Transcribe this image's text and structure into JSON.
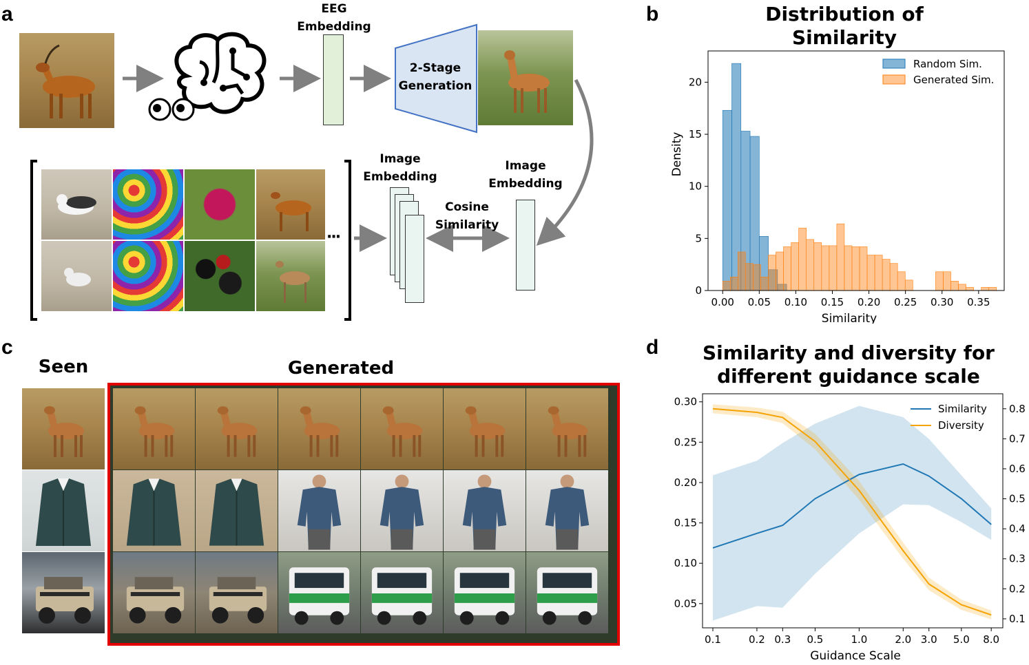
{
  "panels": {
    "a": {
      "label": "a"
    },
    "b": {
      "label": "b"
    },
    "c": {
      "label": "c"
    },
    "d": {
      "label": "d"
    }
  },
  "panel_a": {
    "eeg_embedding": "EEG\nEmbedding",
    "two_stage": "2-Stage\nGeneration",
    "image_embedding_left": "Image\nEmbedding",
    "image_embedding_right": "Image\nEmbedding",
    "cosine_similarity": "Cosine\nSimilarity",
    "ellipsis": "···",
    "icons": [
      "brain-icon",
      "eyes-icon"
    ],
    "colors": {
      "arrow": "#808080",
      "eeg_box": "#e2efd9",
      "gen_box": "#dae5f3",
      "gen_border": "#4472c4",
      "emb_box": "#eaf5f2"
    }
  },
  "panel_c": {
    "seen_label": "Seen",
    "generated_label": "Generated",
    "frame_color": "#e00000",
    "rows": [
      {
        "seen": "antelope",
        "generated": [
          "antelope",
          "antelope",
          "antelope",
          "antelope",
          "antelope",
          "antelope"
        ]
      },
      {
        "seen": "jacket",
        "generated": [
          "jacket",
          "jacket",
          "shirt",
          "shirt",
          "shirt",
          "shirt"
        ]
      },
      {
        "seen": "jeep",
        "generated": [
          "jeep",
          "jeep",
          "van",
          "van",
          "van",
          "van"
        ]
      }
    ]
  },
  "chart_data": [
    {
      "type": "bar",
      "title": "Distribution of\nSimilarity",
      "xlabel": "Similarity",
      "ylabel": "Density",
      "xlim": [
        -0.02,
        0.385
      ],
      "ylim": [
        0,
        23
      ],
      "xticks": [
        "0.00",
        "0.05",
        "0.10",
        "0.15",
        "0.20",
        "0.25",
        "0.30",
        "0.35"
      ],
      "xtick_values": [
        0,
        0.05,
        0.1,
        0.15,
        0.2,
        0.25,
        0.3,
        0.35
      ],
      "yticks": [
        "0",
        "5",
        "10",
        "15",
        "20"
      ],
      "ytick_values": [
        0,
        5,
        10,
        15,
        20
      ],
      "legend_position": "top-right",
      "series": [
        {
          "name": "Random Sim.",
          "color": "#1f77b4",
          "bins": [
            [
              0.0,
              0.0125
            ],
            [
              0.0125,
              0.025
            ],
            [
              0.025,
              0.0375
            ],
            [
              0.0375,
              0.05
            ],
            [
              0.05,
              0.0625
            ],
            [
              0.0625,
              0.075
            ],
            [
              0.075,
              0.0875
            ]
          ],
          "values": [
            17.3,
            21.8,
            15.3,
            14.8,
            5.2,
            2.0,
            0.6
          ]
        },
        {
          "name": "Generated Sim.",
          "color": "#ff7f0e",
          "bins": [
            [
              0.0,
              0.0104
            ],
            [
              0.0104,
              0.0208
            ],
            [
              0.0208,
              0.0312
            ],
            [
              0.0312,
              0.0416
            ],
            [
              0.0416,
              0.052
            ],
            [
              0.052,
              0.0624
            ],
            [
              0.0624,
              0.0728
            ],
            [
              0.0728,
              0.0832
            ],
            [
              0.0832,
              0.0936
            ],
            [
              0.0936,
              0.104
            ],
            [
              0.104,
              0.1144
            ],
            [
              0.1144,
              0.1248
            ],
            [
              0.1248,
              0.1352
            ],
            [
              0.1352,
              0.1456
            ],
            [
              0.1456,
              0.156
            ],
            [
              0.156,
              0.1664
            ],
            [
              0.1664,
              0.1768
            ],
            [
              0.1768,
              0.1872
            ],
            [
              0.1872,
              0.1976
            ],
            [
              0.1976,
              0.208
            ],
            [
              0.208,
              0.2184
            ],
            [
              0.2184,
              0.2288
            ],
            [
              0.2288,
              0.2392
            ],
            [
              0.2392,
              0.2496
            ],
            [
              0.2496,
              0.26
            ],
            [
              0.26,
              0.2704
            ],
            [
              0.2704,
              0.2808
            ],
            [
              0.2808,
              0.2912
            ],
            [
              0.2912,
              0.3016
            ],
            [
              0.3016,
              0.312
            ],
            [
              0.312,
              0.3224
            ],
            [
              0.3224,
              0.3328
            ],
            [
              0.3328,
              0.3432
            ],
            [
              0.3432,
              0.3536
            ],
            [
              0.3536,
              0.364
            ],
            [
              0.364,
              0.3744
            ]
          ],
          "values": [
            0.9,
            1.3,
            3.7,
            2.6,
            2.5,
            1.3,
            3.4,
            3.7,
            4.2,
            4.6,
            6.0,
            4.9,
            4.6,
            4.3,
            4.3,
            6.4,
            4.3,
            4.2,
            4.2,
            3.4,
            3.4,
            3.0,
            2.6,
            1.8,
            1.0,
            0,
            0,
            0,
            1.8,
            1.8,
            0.9,
            0.6,
            0.3,
            0,
            0.3,
            0.3
          ]
        }
      ]
    },
    {
      "type": "line",
      "title": "Similarity and diversity for\ndifferent guidance scale",
      "xlabel": "Guidance Scale",
      "x_scale": "log",
      "x": [
        0.1,
        0.2,
        0.3,
        0.5,
        1.0,
        2.0,
        3.0,
        5.0,
        8.0
      ],
      "xticks": [
        "0.1",
        "0.2",
        "0.3",
        "0.5",
        "1.0",
        "2.0",
        "3.0",
        "5.0",
        "8.0"
      ],
      "y_left_lim": [
        0.02,
        0.31
      ],
      "y_left_ticks": [
        "0.05",
        "0.10",
        "0.15",
        "0.20",
        "0.25",
        "0.30"
      ],
      "y_left_tick_values": [
        0.05,
        0.1,
        0.15,
        0.2,
        0.25,
        0.3
      ],
      "y_right_lim": [
        0.07,
        0.85
      ],
      "y_right_ticks": [
        "0.1",
        "0.2",
        "0.3",
        "0.4",
        "0.5",
        "0.6",
        "0.7",
        "0.8"
      ],
      "y_right_tick_values": [
        0.1,
        0.2,
        0.3,
        0.4,
        0.5,
        0.6,
        0.7,
        0.8
      ],
      "legend_position": "top-right",
      "series": [
        {
          "name": "Similarity",
          "axis": "left",
          "color": "#1f77b4",
          "values": [
            0.119,
            0.137,
            0.147,
            0.18,
            0.21,
            0.223,
            0.208,
            0.18,
            0.148
          ],
          "band_low": [
            0.029,
            0.047,
            0.045,
            0.087,
            0.137,
            0.173,
            0.172,
            0.151,
            0.129
          ],
          "band_high": [
            0.209,
            0.227,
            0.249,
            0.273,
            0.295,
            0.281,
            0.254,
            0.209,
            0.168
          ]
        },
        {
          "name": "Diversity",
          "axis": "right",
          "color": "#f5a300",
          "values": [
            0.8,
            0.788,
            0.771,
            0.691,
            0.528,
            0.327,
            0.216,
            0.147,
            0.113
          ],
          "band_low": [
            0.785,
            0.772,
            0.752,
            0.665,
            0.497,
            0.3,
            0.195,
            0.13,
            0.098
          ],
          "band_high": [
            0.815,
            0.804,
            0.79,
            0.717,
            0.559,
            0.354,
            0.237,
            0.164,
            0.128
          ]
        }
      ]
    }
  ]
}
